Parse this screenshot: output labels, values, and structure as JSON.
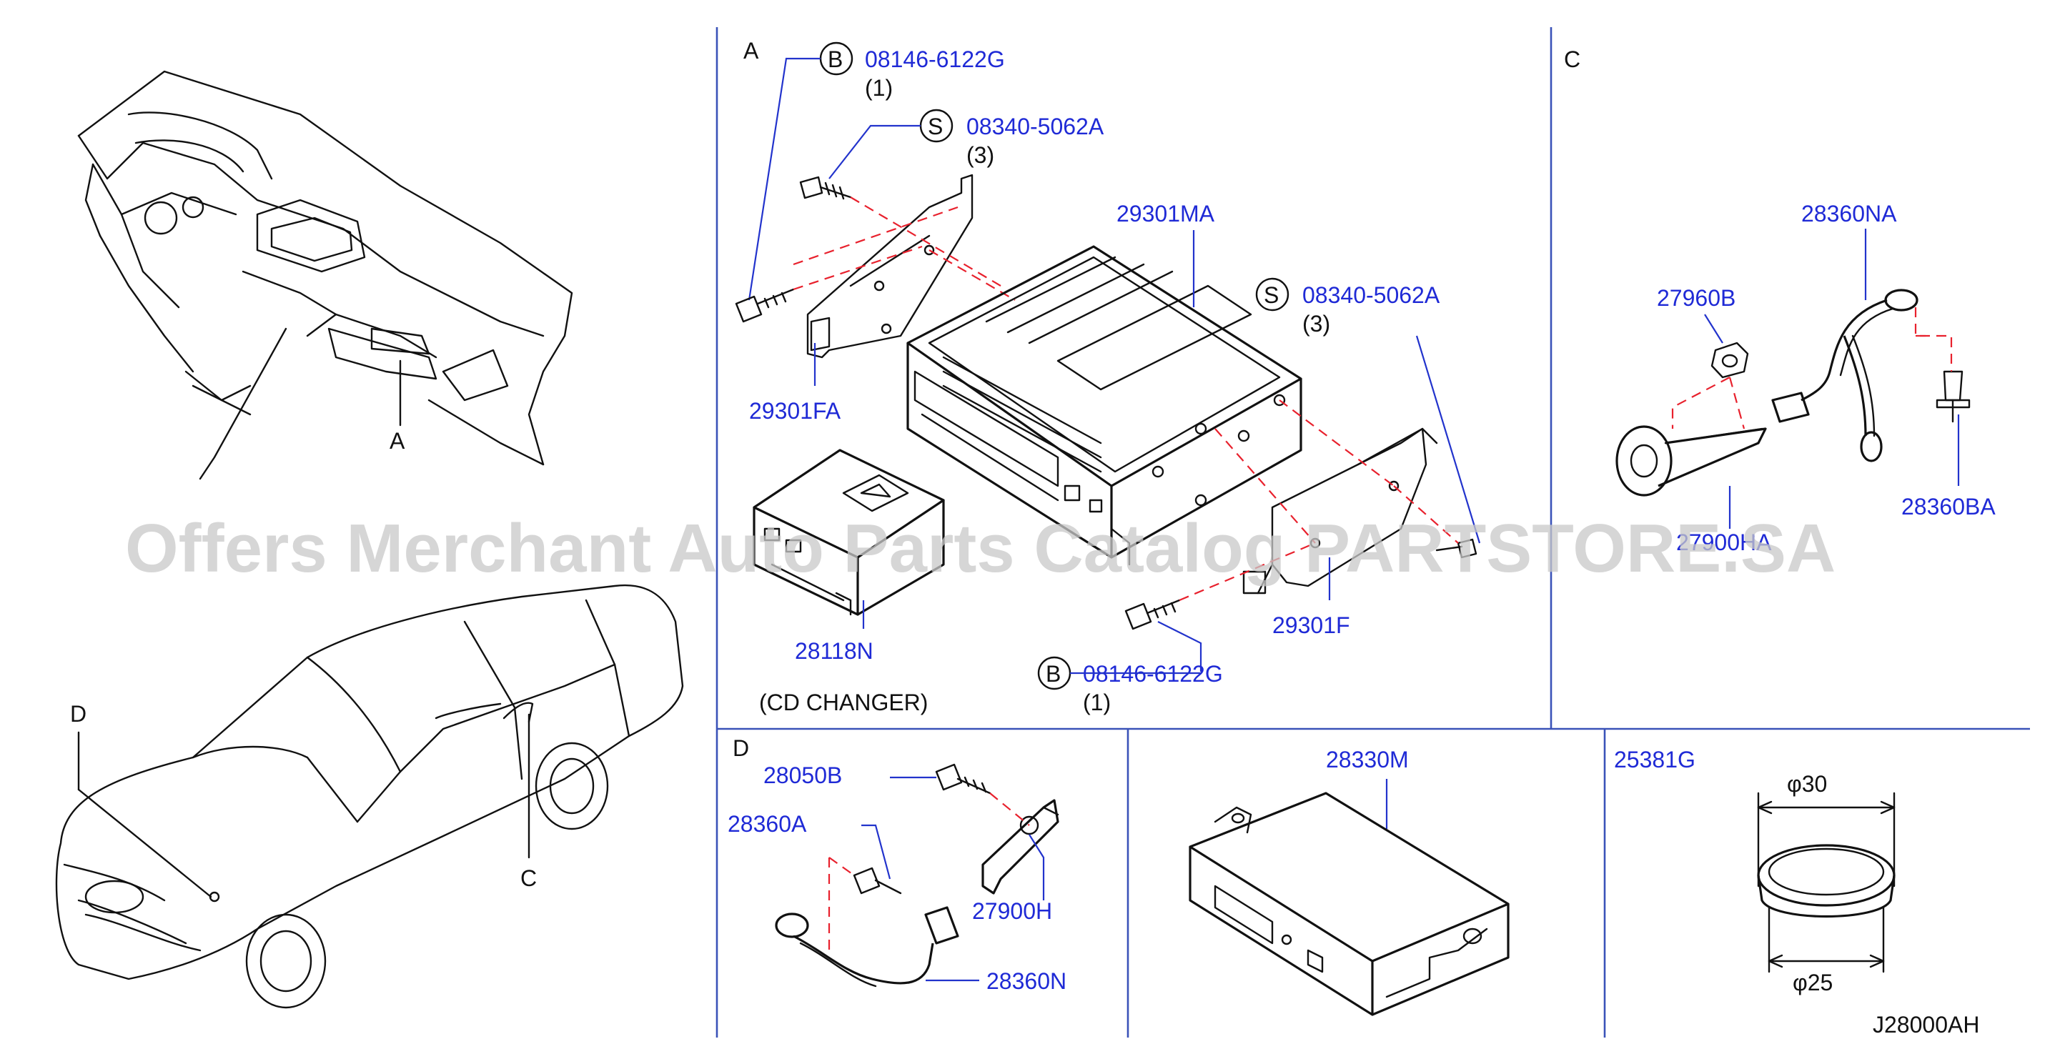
{
  "watermark": "Offers Merchant Auto Parts Catalog PARTSTORE.SA",
  "diagram_code": "J28000AH",
  "overview": {
    "callouts": {
      "a": "A",
      "c": "C",
      "d": "D"
    }
  },
  "section_a": {
    "label": "A",
    "parts": {
      "bolt_b_top": "08146-6122G",
      "bolt_b_top_qty": "(1)",
      "screw_s_left": "08340-5062A",
      "screw_s_left_qty": "(3)",
      "unit": "29301MA",
      "screw_s_right": "08340-5062A",
      "screw_s_right_qty": "(3)",
      "bracket_left": "29301FA",
      "bracket_right": "29301F",
      "cd_changer_unit": "28118N",
      "bolt_b_bottom": "08146-6122G",
      "bolt_b_bottom_qty": "(1)",
      "caption": "(CD   CHANGER)"
    },
    "symbols": {
      "b": "B",
      "s": "S"
    }
  },
  "section_c": {
    "label": "C",
    "parts": {
      "harness": "28360NA",
      "nut": "27960B",
      "bolt": "28360BA",
      "bracket": "27900HA"
    }
  },
  "section_d": {
    "label": "D",
    "parts": {
      "bolt": "28050B",
      "harness_small": "28360A",
      "bracket": "27900H",
      "harness": "28360N"
    }
  },
  "section_module": {
    "part": "28330M"
  },
  "section_grommet": {
    "part": "25381G",
    "dim_top": "φ30",
    "dim_bottom": "φ25"
  }
}
